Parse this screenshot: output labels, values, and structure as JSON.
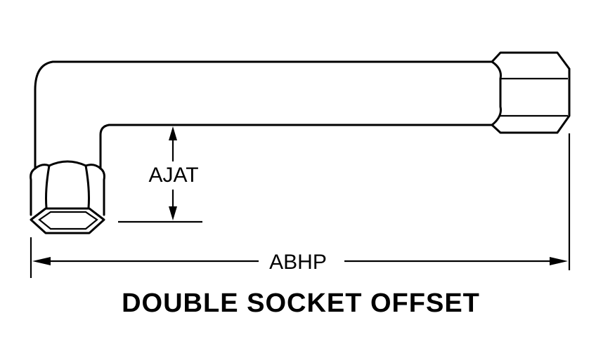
{
  "dimensions": {
    "height_label": "AJAT",
    "length_label": "ABHP"
  },
  "caption": "DOUBLE SOCKET OFFSET",
  "colors": {
    "ink": "#000000",
    "paper": "#ffffff"
  }
}
